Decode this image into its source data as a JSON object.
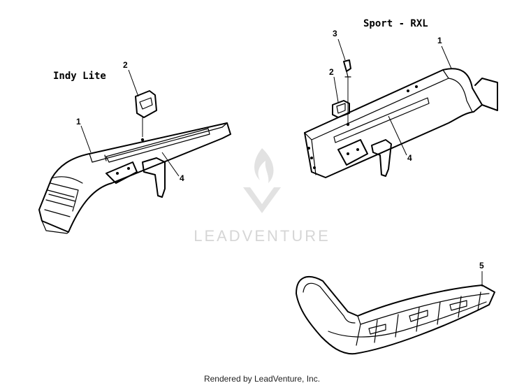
{
  "diagram": {
    "assemblies": [
      {
        "title": "Indy Lite"
      },
      {
        "title": "Sport - RXL"
      }
    ],
    "callouts": {
      "indy_1": "1",
      "indy_2": "2",
      "indy_4": "4",
      "rxl_1": "1",
      "rxl_2": "2",
      "rxl_3": "3",
      "rxl_4": "4",
      "ski_5": "5"
    }
  },
  "watermark": {
    "text": "LEADVENTURE",
    "color": "#d6d6d6"
  },
  "footer": {
    "text": "Rendered by LeadVenture, Inc."
  }
}
